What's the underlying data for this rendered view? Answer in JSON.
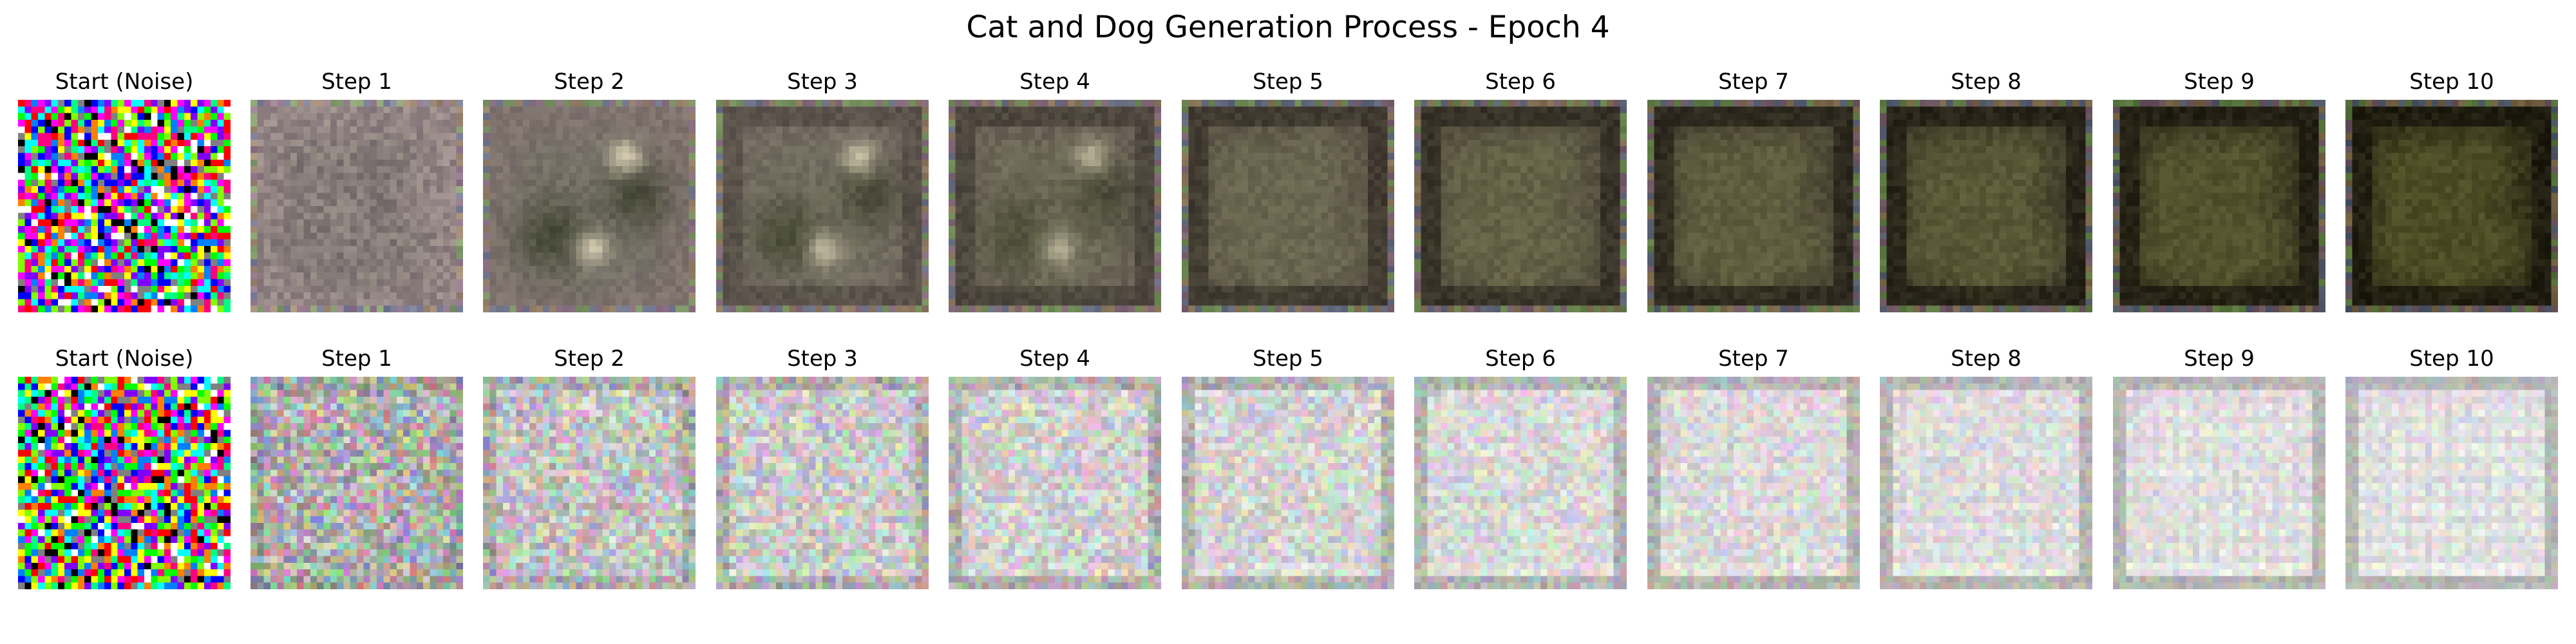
{
  "figure": {
    "title": "Cat and Dog Generation Process - Epoch 4"
  },
  "rows": [
    {
      "kind": "dark-olive",
      "panels": [
        {
          "label": "Start (Noise)",
          "stage": "noise"
        },
        {
          "label": "Step 1",
          "stage": 1
        },
        {
          "label": "Step 2",
          "stage": 2
        },
        {
          "label": "Step 3",
          "stage": 3
        },
        {
          "label": "Step 4",
          "stage": 4
        },
        {
          "label": "Step 5",
          "stage": 5
        },
        {
          "label": "Step 6",
          "stage": 6
        },
        {
          "label": "Step 7",
          "stage": 7
        },
        {
          "label": "Step 8",
          "stage": 8
        },
        {
          "label": "Step 9",
          "stage": 9
        },
        {
          "label": "Step 10",
          "stage": 10
        }
      ]
    },
    {
      "kind": "pale-grid",
      "panels": [
        {
          "label": "Start (Noise)",
          "stage": "noise"
        },
        {
          "label": "Step 1",
          "stage": 1
        },
        {
          "label": "Step 2",
          "stage": 2
        },
        {
          "label": "Step 3",
          "stage": 3
        },
        {
          "label": "Step 4",
          "stage": 4
        },
        {
          "label": "Step 5",
          "stage": 5
        },
        {
          "label": "Step 6",
          "stage": 6
        },
        {
          "label": "Step 7",
          "stage": 7
        },
        {
          "label": "Step 8",
          "stage": 8
        },
        {
          "label": "Step 9",
          "stage": 9
        },
        {
          "label": "Step 10",
          "stage": 10
        }
      ]
    }
  ]
}
